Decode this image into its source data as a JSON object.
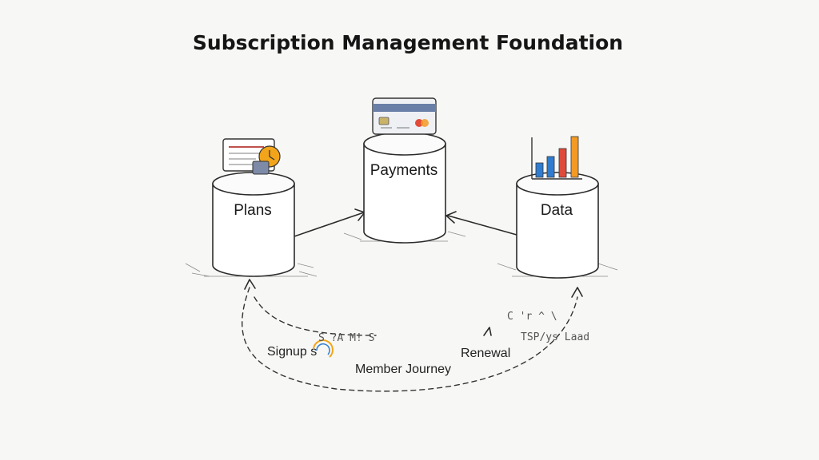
{
  "title": "Subscription Management Foundation",
  "pillars": [
    {
      "id": "plans",
      "label": "Plans",
      "icon": "plan-card-clock-icon"
    },
    {
      "id": "payments",
      "label": "Payments",
      "icon": "credit-card-icon"
    },
    {
      "id": "data",
      "label": "Data",
      "icon": "bar-chart-icon"
    }
  ],
  "journey": {
    "signups": "Signup s",
    "member_journey": "Member Journey",
    "renewal": "Renewal",
    "scribble_left": "S ?A M! S",
    "scribble_right": "TSP/ys Laad",
    "scribble_top": "C 'r ^ \\"
  },
  "colors": {
    "clock": "#f2a51a",
    "card_stripe": "#6a7fa8",
    "bar_blue": "#2f7dd1",
    "bar_red": "#e04a3a",
    "bar_orange": "#f39a25"
  }
}
